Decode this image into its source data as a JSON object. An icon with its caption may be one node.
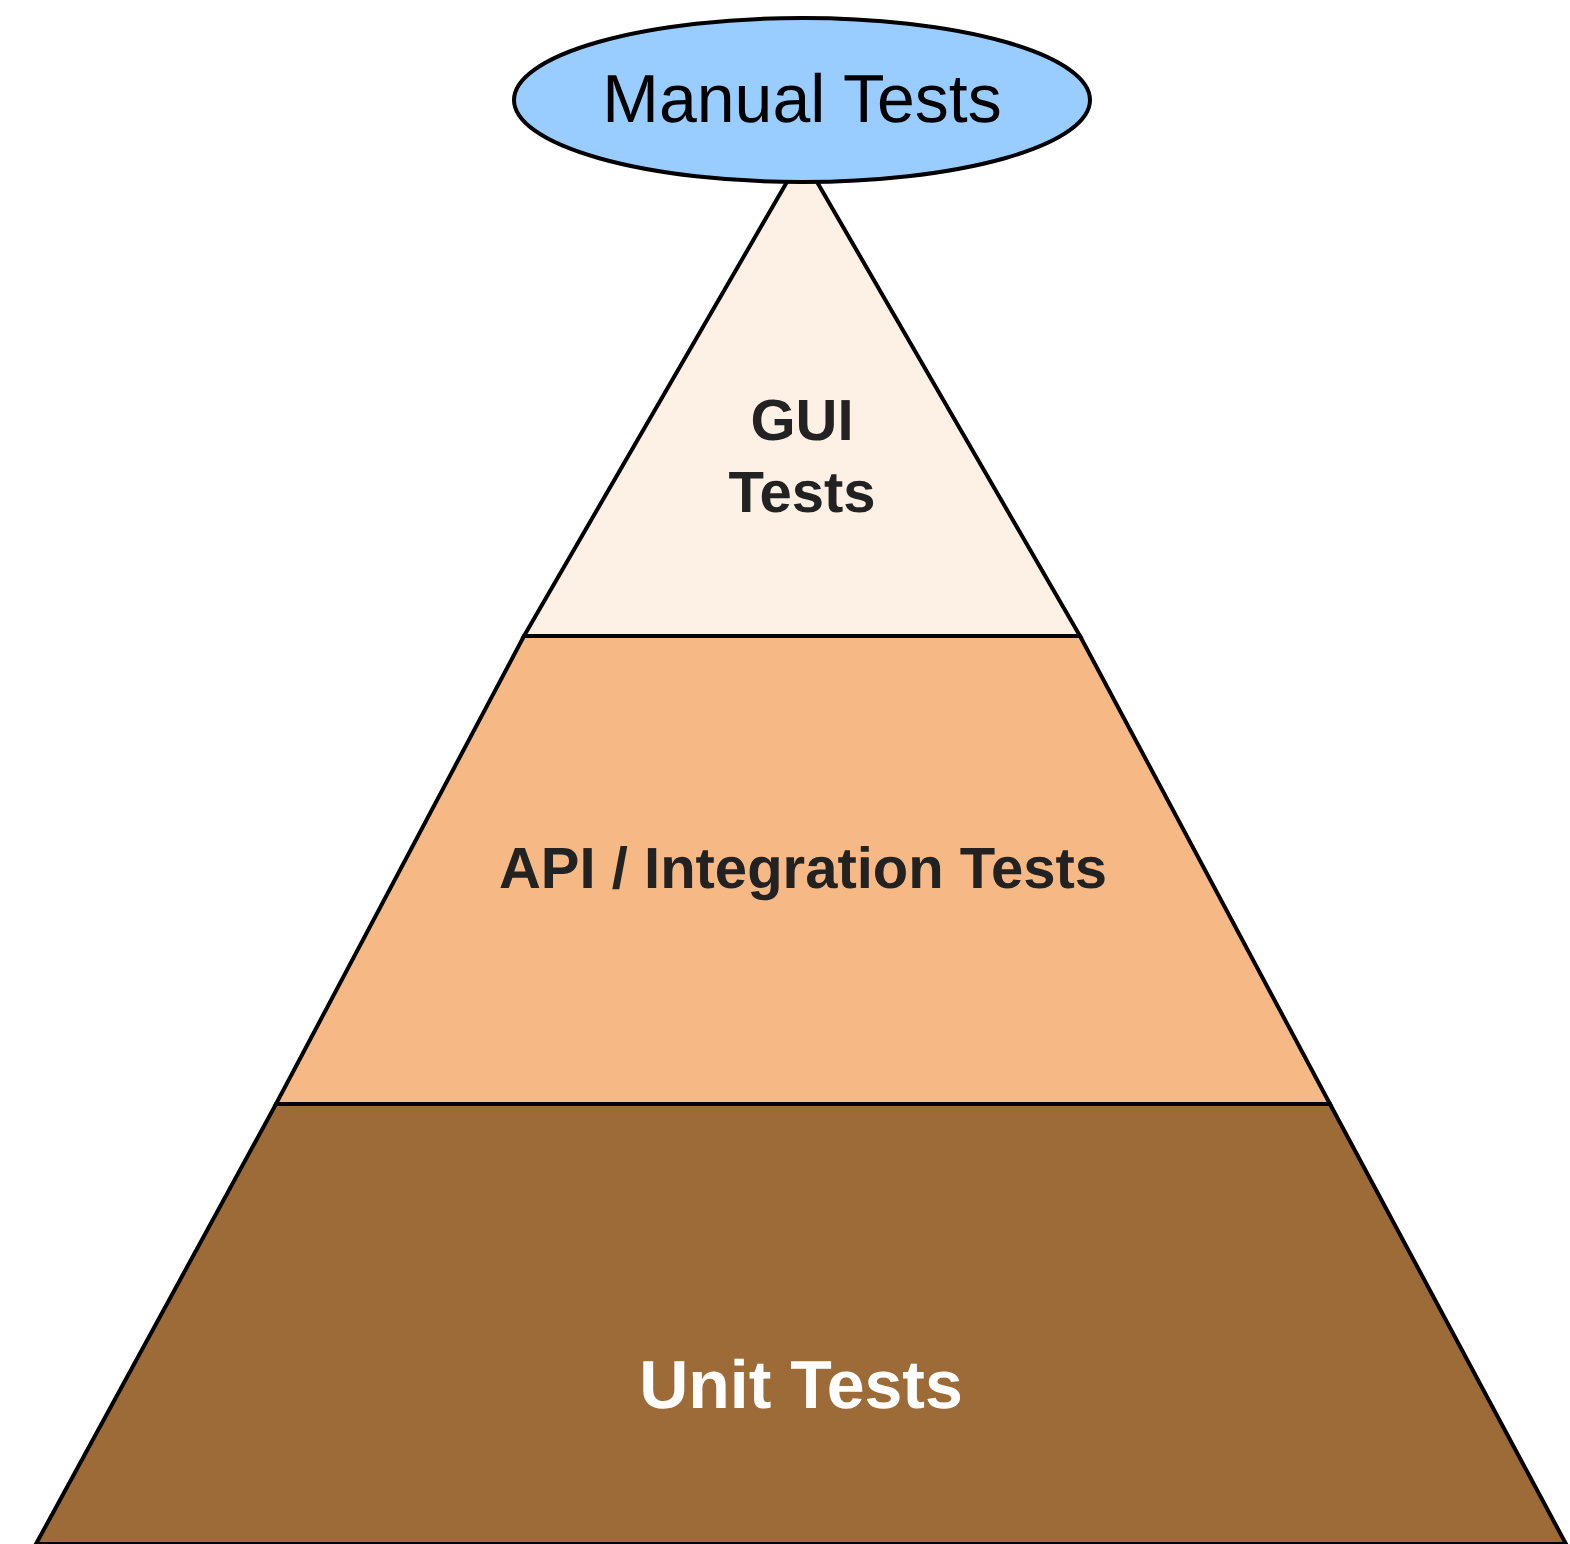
{
  "diagram": {
    "nodes": [
      {
        "text": [
          "Manual Tests"
        ]
      },
      {
        "text": [
          "GUI Tests"
        ]
      },
      {
        "text": [
          "API / Integration Tests"
        ]
      },
      {
        "text": [
          "Unit Tests"
        ]
      }
    ]
  }
}
